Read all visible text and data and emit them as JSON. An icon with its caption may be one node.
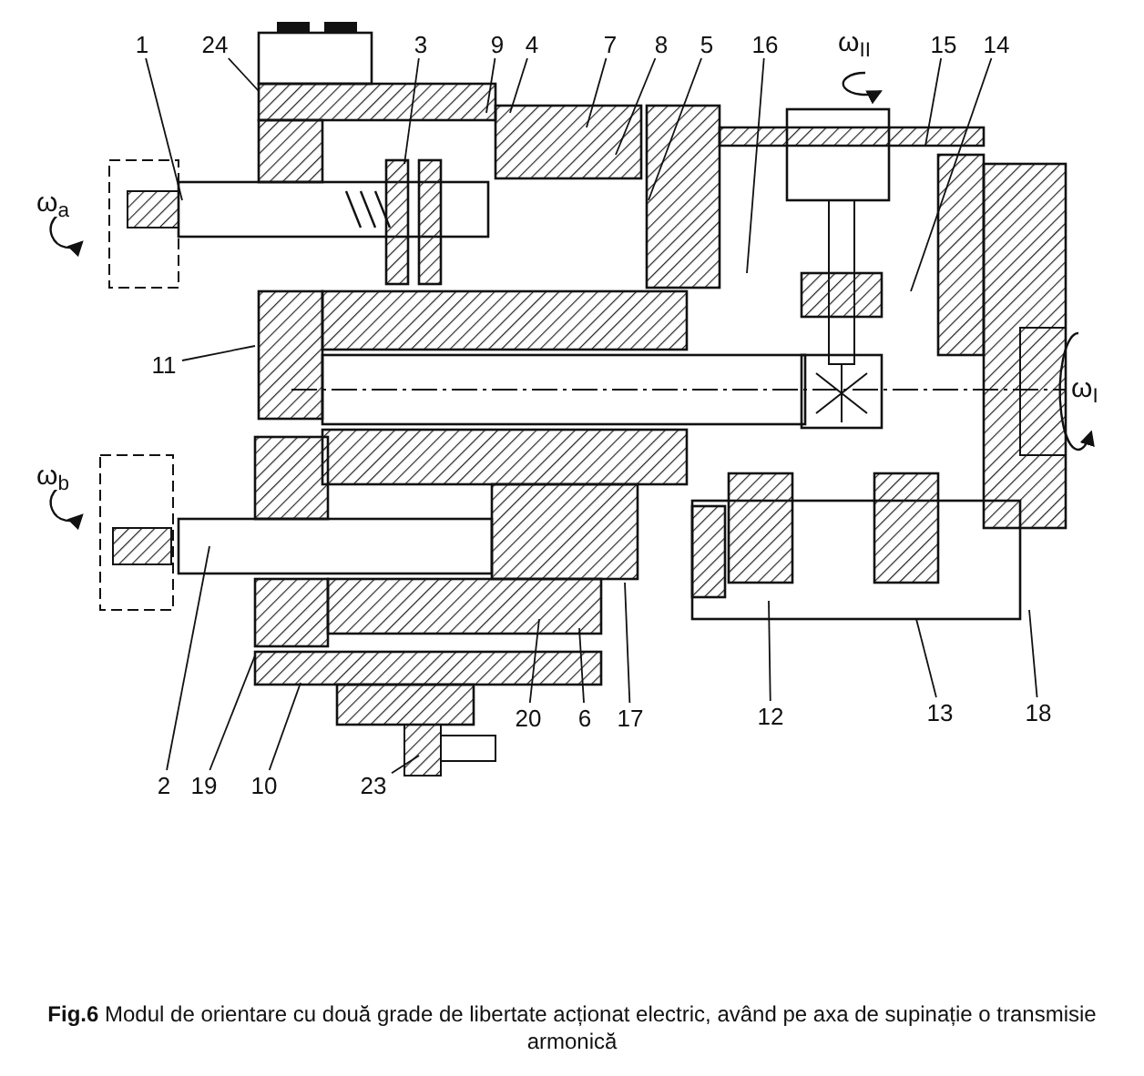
{
  "diagram": {
    "caption": "**Fig.6** Modul de orientare cu două grade de libertate acționat electric, având pe axa de supinație o transmisie armonică",
    "nodes": [
      {
        "text": [
          "1"
        ]
      },
      {
        "text": [
          "24"
        ]
      },
      {
        "text": [
          "3"
        ]
      },
      {
        "text": [
          "9"
        ]
      },
      {
        "text": [
          "4"
        ]
      },
      {
        "text": [
          "7"
        ]
      },
      {
        "text": [
          "8"
        ]
      },
      {
        "text": [
          "5"
        ]
      },
      {
        "text": [
          "16"
        ]
      },
      {
        "text": [
          "15"
        ]
      },
      {
        "text": [
          "14"
        ]
      },
      {
        "text": [
          "11"
        ]
      },
      {
        "text": [
          "2"
        ]
      },
      {
        "text": [
          "19"
        ]
      },
      {
        "text": [
          "10"
        ]
      },
      {
        "text": [
          "23"
        ]
      },
      {
        "text": [
          "20"
        ]
      },
      {
        "text": [
          "6"
        ]
      },
      {
        "text": [
          "17"
        ]
      },
      {
        "text": [
          "12"
        ]
      },
      {
        "text": [
          "13"
        ]
      },
      {
        "text": [
          "18"
        ]
      }
    ],
    "edges": [
      {
        "from": 0,
        "to": null,
        "arrow": "none"
      },
      {
        "from": 1,
        "to": null,
        "arrow": "none"
      },
      {
        "from": 2,
        "to": null,
        "arrow": "none"
      },
      {
        "from": 3,
        "to": null,
        "arrow": "none"
      },
      {
        "from": 4,
        "to": null,
        "arrow": "none"
      },
      {
        "from": 5,
        "to": null,
        "arrow": "none"
      },
      {
        "from": 6,
        "to": null,
        "arrow": "none"
      },
      {
        "from": 7,
        "to": null,
        "arrow": "none"
      },
      {
        "from": 8,
        "to": null,
        "arrow": "none"
      },
      {
        "from": 9,
        "to": null,
        "arrow": "none"
      },
      {
        "from": 10,
        "to": null,
        "arrow": "none"
      },
      {
        "from": 11,
        "to": null,
        "arrow": "none"
      },
      {
        "from": 12,
        "to": null,
        "arrow": "none"
      },
      {
        "from": 13,
        "to": null,
        "arrow": "none"
      },
      {
        "from": 14,
        "to": null,
        "arrow": "none"
      },
      {
        "from": 15,
        "to": null,
        "arrow": "none"
      },
      {
        "from": 16,
        "to": null,
        "arrow": "none"
      },
      {
        "from": 17,
        "to": null,
        "arrow": "none"
      },
      {
        "from": 18,
        "to": null,
        "arrow": "none"
      },
      {
        "from": 19,
        "to": null,
        "arrow": "none"
      },
      {
        "from": 20,
        "to": null,
        "arrow": "none"
      },
      {
        "from": 21,
        "to": null,
        "arrow": "none"
      }
    ],
    "labels": [
      "ω$_{II}$",
      "ω$_{a}$",
      "ω$_{I}$",
      "ω$_{b}$"
    ]
  }
}
